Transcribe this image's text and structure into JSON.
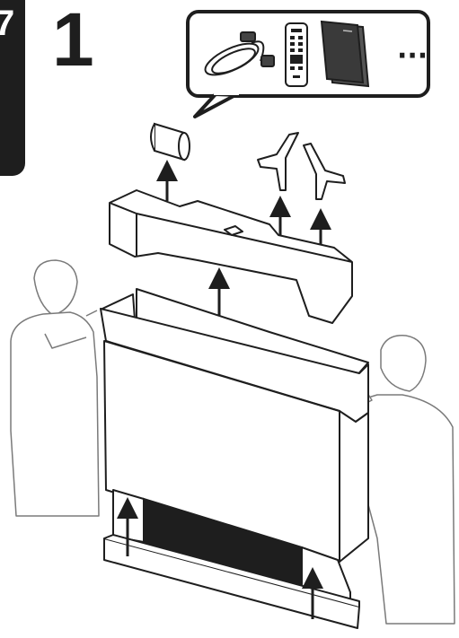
{
  "step": {
    "number": "1",
    "tab_text": "7"
  },
  "callout": {
    "contents": [
      "power-cable",
      "remote-control",
      "user-manual"
    ],
    "more_indicator": "···"
  },
  "illustration": {
    "description_icons": [
      "tv-box-icon",
      "stand-leg-icon",
      "foam-insert-icon",
      "up-arrow-icon",
      "person-icon"
    ]
  }
}
